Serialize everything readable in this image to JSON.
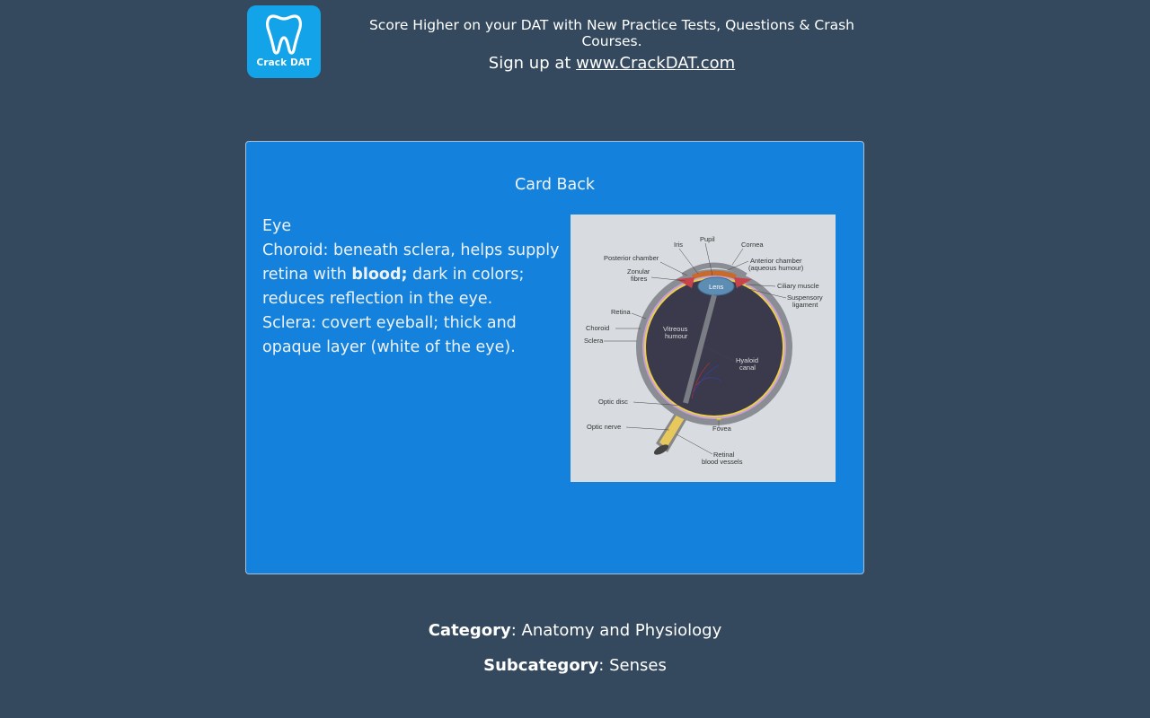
{
  "header": {
    "logo": {
      "text": "Crack DAT",
      "icon": "tooth-icon",
      "color": "#13a3e8"
    },
    "tagline": "Score Higher on your DAT with New Practice Tests, Questions & Crash Courses.",
    "signup_prefix": "Sign up at ",
    "signup_link": "www.CrackDAT.com"
  },
  "card": {
    "title": "Card Back",
    "background": "#1482dc",
    "lines": {
      "l1": "Eye",
      "l2a": "Choroid: beneath sclera, helps supply retina with ",
      "l2b": "blood;",
      "l2c": " dark in colors; reduces reflection in the eye.",
      "l3": "Sclera: covert eyeball; thick and opaque layer (white of the eye)."
    },
    "image": {
      "alt": "Diagram of human eye anatomy",
      "labels": {
        "pupil": "Pupil",
        "iris": "Iris",
        "cornea": "Cornea",
        "posterior_chamber": "Posterior chamber",
        "anterior_chamber_1": "Anterior chamber",
        "anterior_chamber_2": "(aqueous humour)",
        "zonular_1": "Zonular",
        "zonular_2": "fibres",
        "lens": "Lens",
        "ciliary_muscle": "Ciliary muscle",
        "suspensory_1": "Suspensory",
        "suspensory_2": "ligament",
        "retina": "Retina",
        "choroid": "Choroid",
        "sclera": "Sclera",
        "vitreous_1": "Vitreous",
        "vitreous_2": "humour",
        "hyaloid_1": "Hyaloid",
        "hyaloid_2": "canal",
        "optic_disc": "Optic disc",
        "optic_nerve": "Optic nerve",
        "fovea": "Fovea",
        "retinal_1": "Retinal",
        "retinal_2": "blood vessels"
      }
    }
  },
  "meta": {
    "category_label": "Category",
    "category_value": "Anatomy and Physiology",
    "subcategory_label": "Subcategory",
    "subcategory_value": "Senses"
  },
  "colors": {
    "page_bg": "#34495e",
    "card_bg": "#1482dc",
    "card_border": "#a9bfd6"
  }
}
